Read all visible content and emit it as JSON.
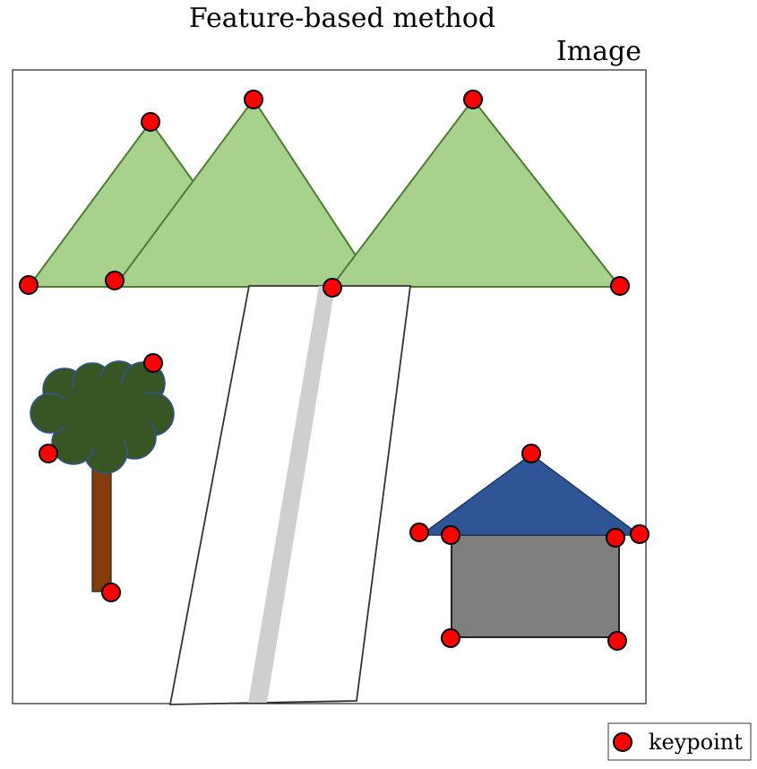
{
  "title": "Feature-based method",
  "panel_label": "Image",
  "legend": {
    "label": "keypoint"
  },
  "colors": {
    "mountain_fill": "#a8d18e",
    "mountain_stroke": "#4e7d2f",
    "foliage_fill": "#375623",
    "foliage_stroke": "#2f5597",
    "trunk_fill": "#843c0c",
    "roof_fill": "#2f5597",
    "wall_fill": "#7f7f7f",
    "road_stripe": "#d0cece",
    "keypoint_fill": "#ff0000",
    "keypoint_stroke": "#000000"
  }
}
